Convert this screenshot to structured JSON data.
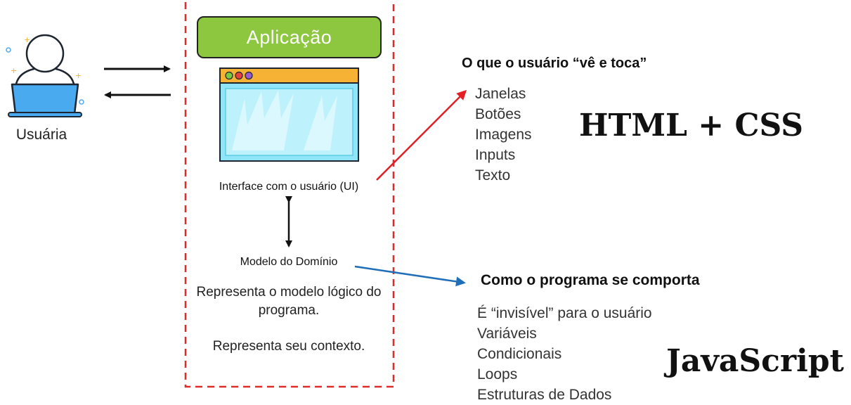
{
  "user": {
    "label": "Usuária"
  },
  "application": {
    "title": "Aplicação",
    "ui_label": "Interface com o usuário (UI)",
    "domain_label": "Modelo do Domínio",
    "description_1": "Representa o modelo lógico do programa.",
    "description_2": "Representa seu contexto."
  },
  "ui_section": {
    "heading": "O que o usuário “vê e toca”",
    "items": [
      "Janelas",
      "Botões",
      "Imagens",
      "Inputs",
      "Texto"
    ],
    "technology": "HTML + CSS"
  },
  "behavior_section": {
    "heading": "Como o programa se comporta",
    "items": [
      "É “invisível” para o usuário",
      "Variáveis",
      "Condicionais",
      "Loops",
      "Estruturas de Dados"
    ],
    "technology": "JavaScript"
  },
  "colors": {
    "app_green": "#8dc63f",
    "boundary_red": "#e02b2b",
    "arrow_red": "#e31e24",
    "arrow_blue": "#1f6fb8",
    "screen_blue": "#8fe4f7",
    "laptop_blue": "#4aaaf0"
  },
  "icons": [
    "user-laptop-icon",
    "browser-window-icon"
  ]
}
